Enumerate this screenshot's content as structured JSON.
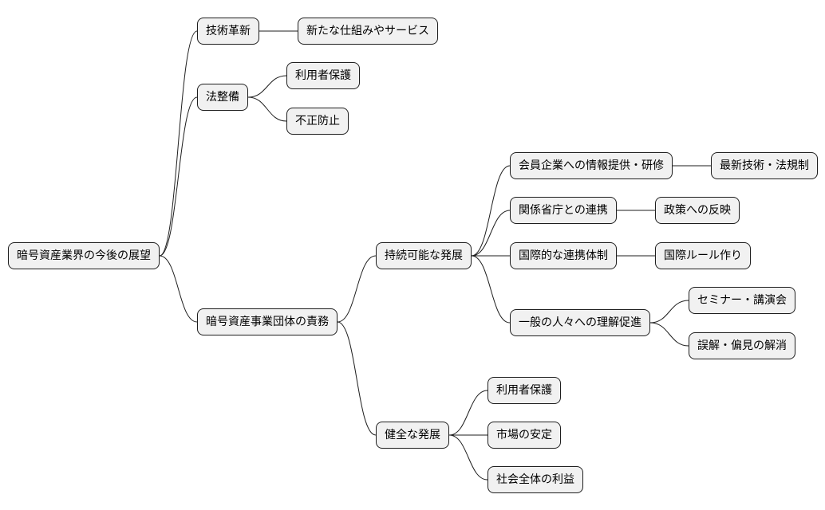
{
  "mindmap": {
    "root": {
      "label": "暗号資産業界の今後の展望",
      "children": [
        {
          "label": "技術革新",
          "children": [
            {
              "label": "新たな仕組みやサービス"
            }
          ]
        },
        {
          "label": "法整備",
          "children": [
            {
              "label": "利用者保護"
            },
            {
              "label": "不正防止"
            }
          ]
        },
        {
          "label": "暗号資産事業団体の責務",
          "children": [
            {
              "label": "持続可能な発展",
              "children": [
                {
                  "label": "会員企業への情報提供・研修",
                  "children": [
                    {
                      "label": "最新技術・法規制"
                    }
                  ]
                },
                {
                  "label": "関係省庁との連携",
                  "children": [
                    {
                      "label": "政策への反映"
                    }
                  ]
                },
                {
                  "label": "国際的な連携体制",
                  "children": [
                    {
                      "label": "国際ルール作り"
                    }
                  ]
                },
                {
                  "label": "一般の人々への理解促進",
                  "children": [
                    {
                      "label": "セミナー・講演会"
                    },
                    {
                      "label": "誤解・偏見の解消"
                    }
                  ]
                }
              ]
            },
            {
              "label": "健全な発展",
              "children": [
                {
                  "label": "利用者保護"
                },
                {
                  "label": "市場の安定"
                },
                {
                  "label": "社会全体の利益"
                }
              ]
            }
          ]
        }
      ]
    }
  }
}
